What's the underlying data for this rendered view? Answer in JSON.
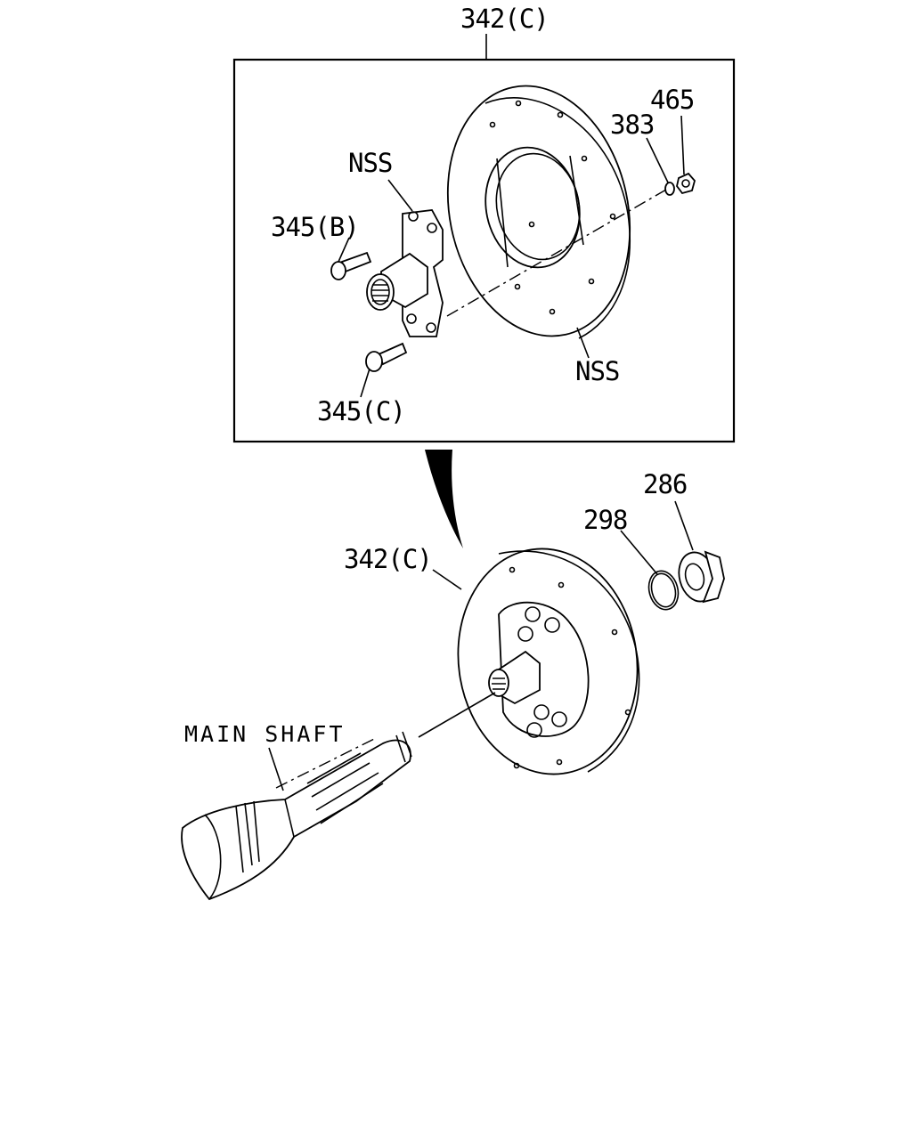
{
  "diagram": {
    "callouts": {
      "top_assembly": "342(C)",
      "bottom_assembly": "342(C)",
      "nss_flange": "NSS",
      "nss_plate": "NSS",
      "bolt_b": "345(B)",
      "bolt_c": "345(C)",
      "washer": "383",
      "nut_small": "465",
      "o_ring": "298",
      "lock_nut": "286",
      "main_shaft": "MAIN SHAFT"
    }
  }
}
